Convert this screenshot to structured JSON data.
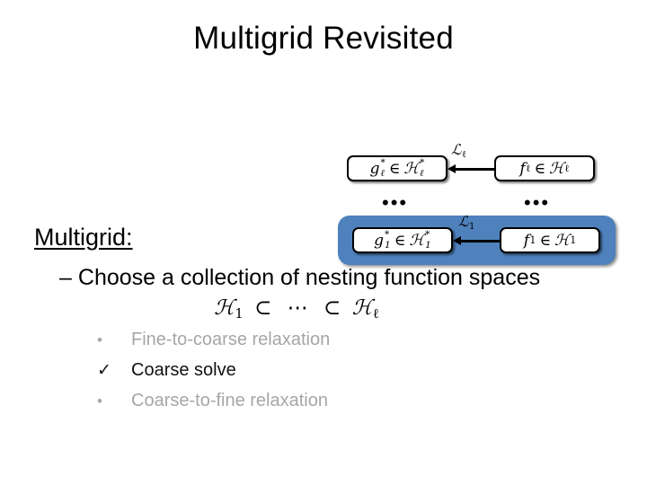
{
  "slide": {
    "title": "Multigrid Revisited",
    "background_color": "#ffffff"
  },
  "body": {
    "heading": "Multigrid:",
    "dash": "–",
    "dash_line": "Choose a collection of nesting function spaces",
    "nesting_formula": {
      "space_low": "ℋ",
      "space_low_sub": "1",
      "subset": "⊂",
      "middle": "⋯",
      "space_high": "ℋ",
      "space_high_sub": "ℓ",
      "plain": "ℋ₁ ⊂ ⋯ ⊂ ℋℓ"
    },
    "substeps": [
      {
        "marker": "•",
        "label": "Fine-to-coarse relaxation",
        "state": "dim",
        "color": "#a6a6a6"
      },
      {
        "marker": "✓",
        "label": "Coarse solve",
        "state": "active",
        "color": "#111111"
      },
      {
        "marker": "•",
        "label": "Coarse-to-fine relaxation",
        "state": "dim",
        "color": "#a6a6a6"
      }
    ]
  },
  "diagram": {
    "highlight_color": "#4f81bd",
    "box_border_color": "#000000",
    "box_fill_color": "#ffffff",
    "ellipsis_left": "•••",
    "ellipsis_right": "•••",
    "rows": [
      {
        "level": "ell",
        "highlighted": false,
        "source_box": {
          "fn": "f",
          "fn_sub": "ℓ",
          "in": "∈",
          "space": "ℋ",
          "space_sub": "ℓ",
          "space_star": false,
          "plain": "fℓ ∈ ℋℓ"
        },
        "target_box": {
          "fn": "g",
          "fn_sub": "ℓ",
          "fn_star": true,
          "in": "∈",
          "space": "ℋ",
          "space_sub": "ℓ",
          "space_star": true,
          "plain": "g*ℓ ∈ ℋ*ℓ"
        },
        "arrow_label": {
          "operator": "ℒ",
          "subscript": "ℓ",
          "plain": "ℒℓ"
        },
        "arrow_direction": "left"
      },
      {
        "level": "1",
        "highlighted": true,
        "source_box": {
          "fn": "f",
          "fn_sub": "1",
          "in": "∈",
          "space": "ℋ",
          "space_sub": "1",
          "space_star": false,
          "plain": "f₁ ∈ ℋ₁"
        },
        "target_box": {
          "fn": "g",
          "fn_sub": "1",
          "fn_star": true,
          "in": "∈",
          "space": "ℋ",
          "space_sub": "1",
          "space_star": true,
          "plain": "g*₁ ∈ ℋ*₁"
        },
        "arrow_label": {
          "operator": "ℒ",
          "subscript": "1",
          "plain": "ℒ1"
        },
        "arrow_direction": "left"
      }
    ]
  }
}
